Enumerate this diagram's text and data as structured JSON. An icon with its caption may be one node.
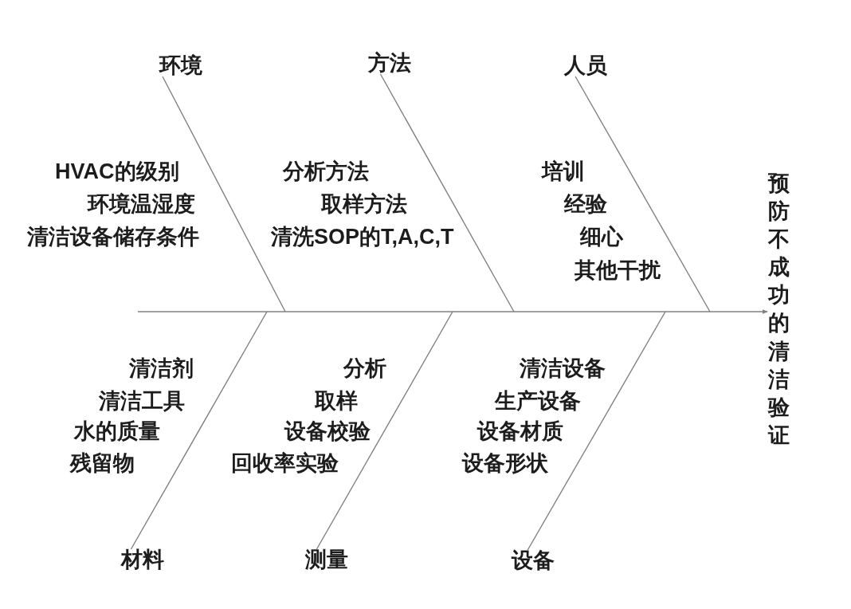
{
  "diagram": {
    "nodes": [
      {
        "text": [
          "环境"
        ]
      },
      {
        "text": [
          "方法"
        ]
      },
      {
        "text": [
          "人员"
        ]
      },
      {
        "text": [
          "预防不成功的清洁验证"
        ]
      },
      {
        "text": [
          "材料"
        ]
      },
      {
        "text": [
          "测量"
        ]
      },
      {
        "text": [
          "设备"
        ]
      }
    ],
    "edges": [
      {
        "from": null,
        "to": 3,
        "arrow": "to"
      },
      {
        "from": 0,
        "to": null,
        "arrow": "none"
      },
      {
        "from": 1,
        "to": null,
        "arrow": "none"
      },
      {
        "from": 2,
        "to": null,
        "arrow": "none"
      },
      {
        "from": 4,
        "to": null,
        "arrow": "none"
      },
      {
        "from": 5,
        "to": null,
        "arrow": "none"
      },
      {
        "from": 6,
        "to": null,
        "arrow": "none"
      }
    ],
    "labels": [
      "HVAC的级别",
      "环境温湿度",
      "清洁设备储存条件",
      "分析方法",
      "取样方法",
      "清洗SOP的T,A,C,T",
      "培训",
      "经验",
      "细心",
      "其他干扰",
      "清洁剂",
      "清洁工具",
      "水的质量",
      "残留物",
      "分析",
      "取样",
      "设备校验",
      "回收率实验",
      "清洁设备",
      "生产设备",
      "设备材质",
      "设备形状"
    ]
  }
}
